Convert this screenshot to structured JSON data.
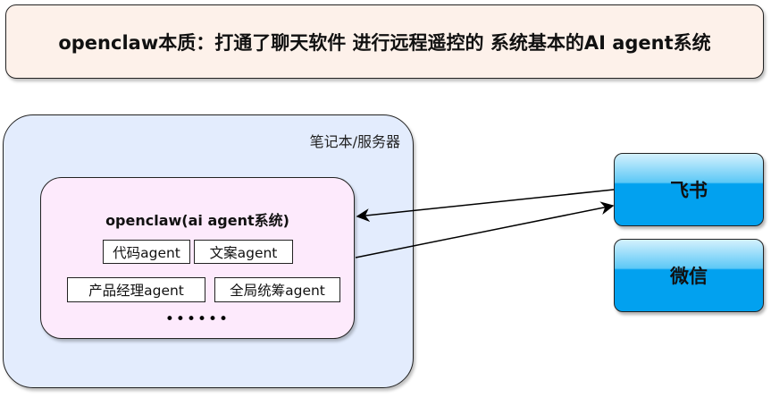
{
  "title": "openclaw本质：打通了聊天软件 进行远程遥控的  系统基本的AI agent系统",
  "host": {
    "label": "笔记本/服务器",
    "system": {
      "title": "openclaw(ai agent系统)",
      "agents": [
        "代码agent",
        "文案agent",
        "产品经理agent",
        "全局统筹agent"
      ],
      "more": "••••••"
    }
  },
  "apps": [
    "飞书",
    "微信"
  ]
}
